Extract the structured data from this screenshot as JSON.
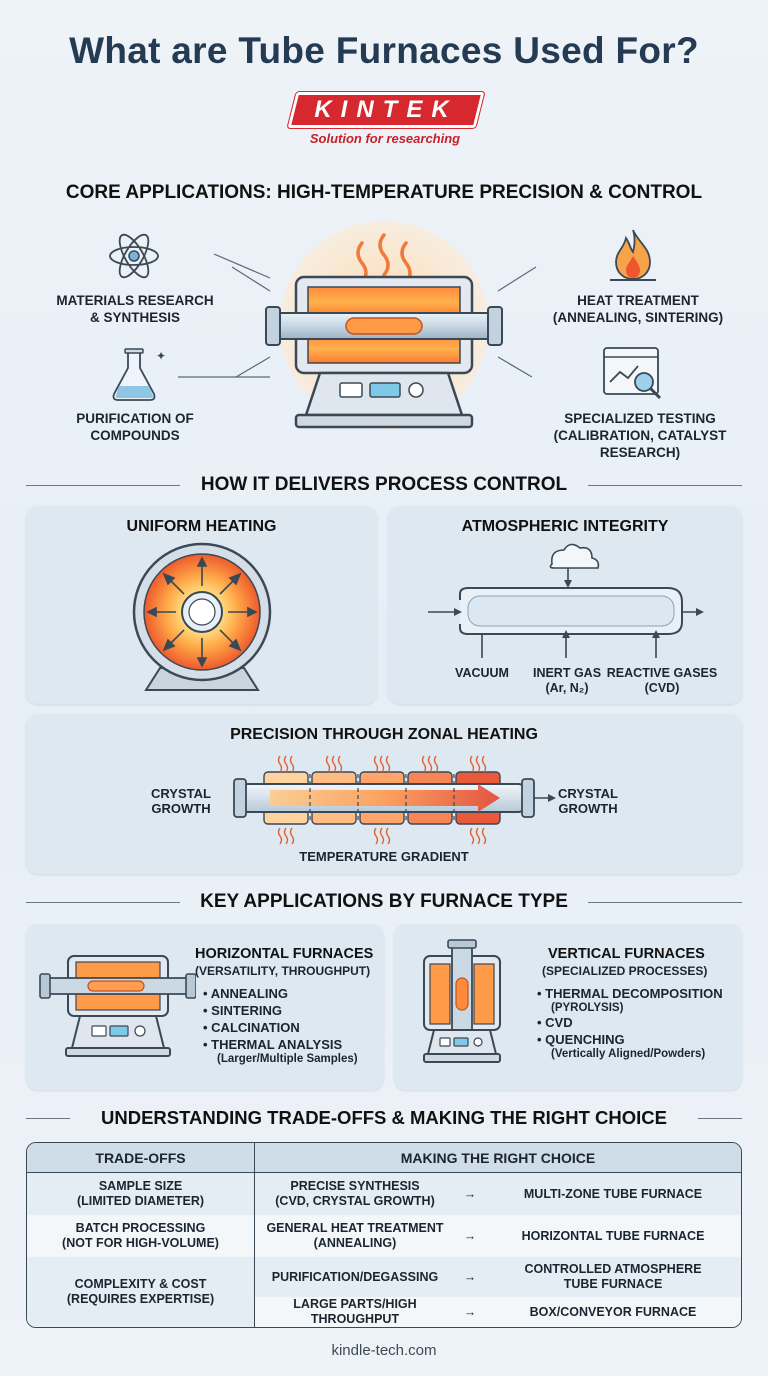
{
  "header": {
    "title": "What are Tube Furnaces Used For?",
    "brand": "KINTEK",
    "tagline": "Solution for researching"
  },
  "core": {
    "title": "CORE APPLICATIONS: HIGH-TEMPERATURE PRECISION & CONTROL",
    "materials": [
      "MATERIALS RESEARCH",
      "& SYNTHESIS"
    ],
    "purification": [
      "PURIFICATION OF",
      "COMPOUNDS"
    ],
    "heat": [
      "HEAT TREATMENT",
      "(ANNEALING, SINTERING)"
    ],
    "testing": [
      "SPECIALIZED TESTING",
      "(CALIBRATION, CATALYST",
      "RESEARCH)"
    ]
  },
  "process": {
    "title": "HOW IT DELIVERS PROCESS CONTROL",
    "uniform": "UNIFORM HEATING",
    "atmospheric": "ATMOSPHERIC INTEGRITY",
    "vacuum": "VACUUM",
    "inert": "INERT GAS",
    "inert_sub": "(Ar, N₂)",
    "reactive": "REACTIVE GASES",
    "reactive_sub": "(CVD)",
    "zonal": "PRECISION THROUGH ZONAL HEATING",
    "crystal_left": [
      "CRYSTAL",
      "GROWTH"
    ],
    "crystal_right": [
      "CRYSTAL",
      "GROWTH"
    ],
    "gradient": "TEMPERATURE GRADIENT"
  },
  "types": {
    "title": "KEY APPLICATIONS BY FURNACE TYPE",
    "horizontal": {
      "name": "HORIZONTAL FURNACES",
      "sub": "(VERSATILITY, THROUGHPUT)",
      "items": [
        "ANNEALING",
        "SINTERING",
        "CALCINATION",
        "THERMAL ANALYSIS"
      ],
      "note": "(Larger/Multiple Samples)"
    },
    "vertical": {
      "name": "VERTICAL FURNACES",
      "sub": "(SPECIALIZED PROCESSES)",
      "items": [
        "THERMAL DECOMPOSITION",
        "CVD",
        "QUENCHING"
      ],
      "item1_sub": "(PYROLYSIS)",
      "note": "(Vertically Aligned/Powders)"
    }
  },
  "tradeoffs": {
    "title": "UNDERSTANDING TRADE-OFFS & MAKING THE RIGHT CHOICE",
    "col1": "TRADE-OFFS",
    "col2": "MAKING THE RIGHT CHOICE",
    "left": [
      [
        "SAMPLE SIZE",
        "(LIMITED DIAMETER)"
      ],
      [
        "BATCH PROCESSING",
        "(NOT FOR HIGH-VOLUME)"
      ],
      [
        "COMPLEXITY & COST",
        "(REQUIRES EXPERTISE)"
      ]
    ],
    "choices": [
      {
        "need": [
          "PRECISE SYNTHESIS",
          "(CVD, CRYSTAL GROWTH)"
        ],
        "result": [
          "MULTI-ZONE TUBE FURNACE"
        ]
      },
      {
        "need": [
          "GENERAL HEAT TREATMENT",
          "(ANNEALING)"
        ],
        "result": [
          "HORIZONTAL TUBE FURNACE"
        ]
      },
      {
        "need": [
          "PURIFICATION/DEGASSING"
        ],
        "result": [
          "CONTROLLED ATMOSPHERE",
          "TUBE FURNACE"
        ]
      },
      {
        "need": [
          "LARGE PARTS/HIGH THROUGHPUT"
        ],
        "result": [
          "BOX/CONVEYOR FURNACE"
        ]
      }
    ],
    "arrow": "→"
  },
  "footer": "kindle-tech.com",
  "colors": {
    "brand_red": "#d7282f",
    "title_navy": "#243b53",
    "panel_bg": "#dde8f1",
    "heat_orange": "#f07a3a"
  }
}
